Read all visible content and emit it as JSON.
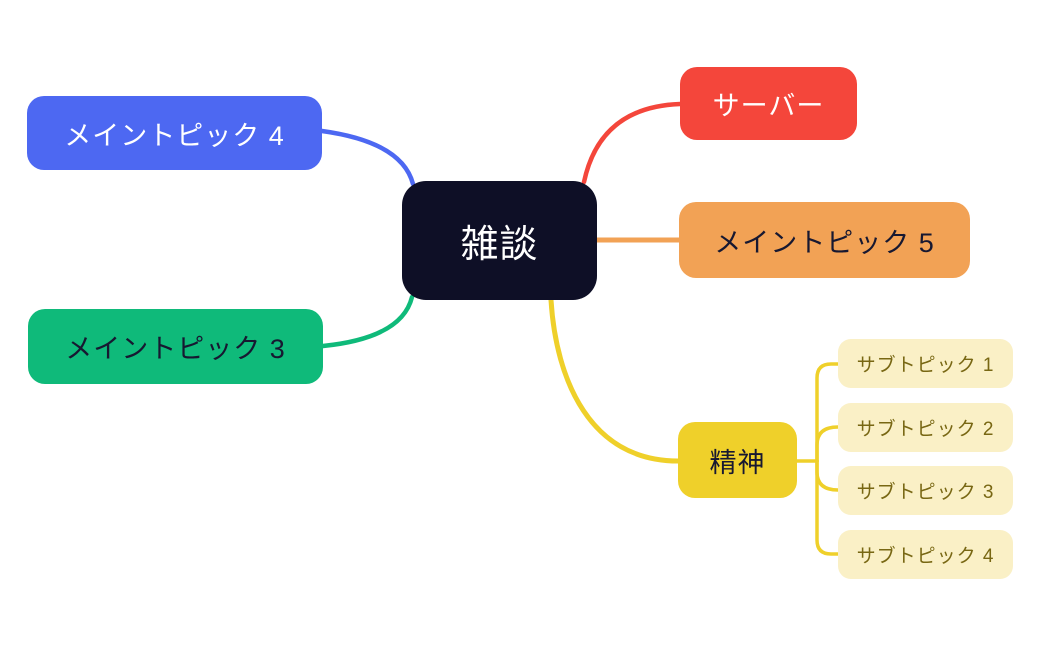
{
  "mindmap": {
    "root": {
      "label": "雑談",
      "bg_color": "#0E0F26",
      "text_color": "#ffffff"
    },
    "branches": [
      {
        "id": "main-topic-4",
        "label": "メイントピック 4",
        "color": "#4D68F2",
        "text_color": "#ffffff",
        "side": "left-top"
      },
      {
        "id": "server",
        "label": "サーバー",
        "color": "#F4463B",
        "text_color": "#ffffff",
        "side": "right-top"
      },
      {
        "id": "main-topic-5",
        "label": "メイントピック 5",
        "color": "#F2A255",
        "text_color": "#171831",
        "side": "right-middle"
      },
      {
        "id": "main-topic-3",
        "label": "メイントピック 3",
        "color": "#0FBA7A",
        "text_color": "#171831",
        "side": "left-bottom"
      },
      {
        "id": "mental",
        "label": "精神",
        "color": "#EFD02A",
        "text_color": "#171831",
        "side": "right-bottom",
        "children": [
          {
            "label": "サブトピック 1"
          },
          {
            "label": "サブトピック 2"
          },
          {
            "label": "サブトピック 3"
          },
          {
            "label": "サブトピック 4"
          }
        ]
      }
    ],
    "subtopic_style": {
      "bg_color": "#FAF0C6",
      "text_color": "#786713",
      "edge_color": "#EFD02A"
    }
  }
}
